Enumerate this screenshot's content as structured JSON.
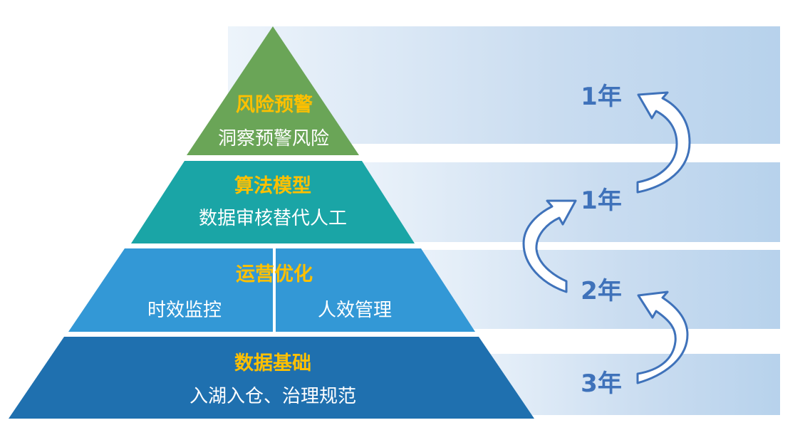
{
  "diagram": {
    "tiers": [
      {
        "title": "风险预警",
        "subtitle": "洞察预警风险",
        "duration": "1年",
        "color": "#6aa557"
      },
      {
        "title": "算法模型",
        "subtitle": "数据审核替代人工",
        "duration": "1年",
        "color": "#1aa5a6"
      },
      {
        "title": "运营优化",
        "subtitle_left": "时效监控",
        "subtitle_right": "人效管理",
        "duration": "2年",
        "color": "#3398d6"
      },
      {
        "title": "数据基础",
        "subtitle": "入湖入仓、治理规范",
        "duration": "3年",
        "color": "#1f70af"
      }
    ],
    "colors": {
      "title_text": "#ffc000",
      "subtitle_text": "#ffffff",
      "duration_text": "#3f72ba",
      "band_dark": "#b7d2ec",
      "band_light": "#edf4fb",
      "arrow_fill": "#ffffff",
      "arrow_stroke": "#3f72ba"
    }
  }
}
